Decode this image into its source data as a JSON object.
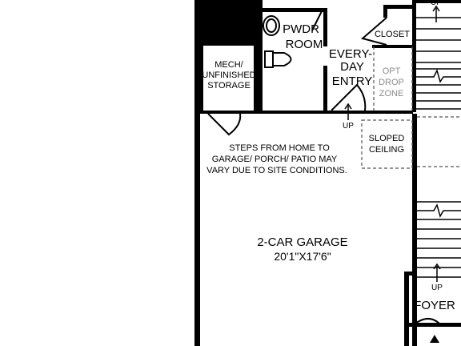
{
  "rooms": {
    "powder_room": {
      "line1": "PWDR",
      "line2": "ROOM"
    },
    "closet": {
      "label": "CLOSET"
    },
    "everyday_entry": {
      "line1": "EVERY-",
      "line2": "DAY",
      "line3": "ENTRY"
    },
    "drop_zone": {
      "line1": "OPT",
      "line2": "DROP",
      "line3": "ZONE"
    },
    "mech_storage": {
      "line1": "MECH/",
      "line2": "UNFINISHED",
      "line3": "STORAGE"
    },
    "sloped_ceiling": {
      "line1": "SLOPED",
      "line2": "CEILING"
    },
    "garage": {
      "name": "2-CAR GARAGE",
      "dimensions": "20'1\"X17'6\""
    },
    "foyer": {
      "label": "FOYER"
    }
  },
  "note": {
    "line1": "STEPS FROM HOME TO",
    "line2": "GARAGE/ PORCH/ PATIO MAY",
    "line3": "VARY DUE TO SITE CONDITIONS."
  },
  "stairs": {
    "up_top": "UP",
    "up_entry": "UP",
    "up_foyer": "UP"
  },
  "colors": {
    "wall": "#000000",
    "dashed_line": "#555555",
    "label_grey": "#8c8c8c"
  }
}
